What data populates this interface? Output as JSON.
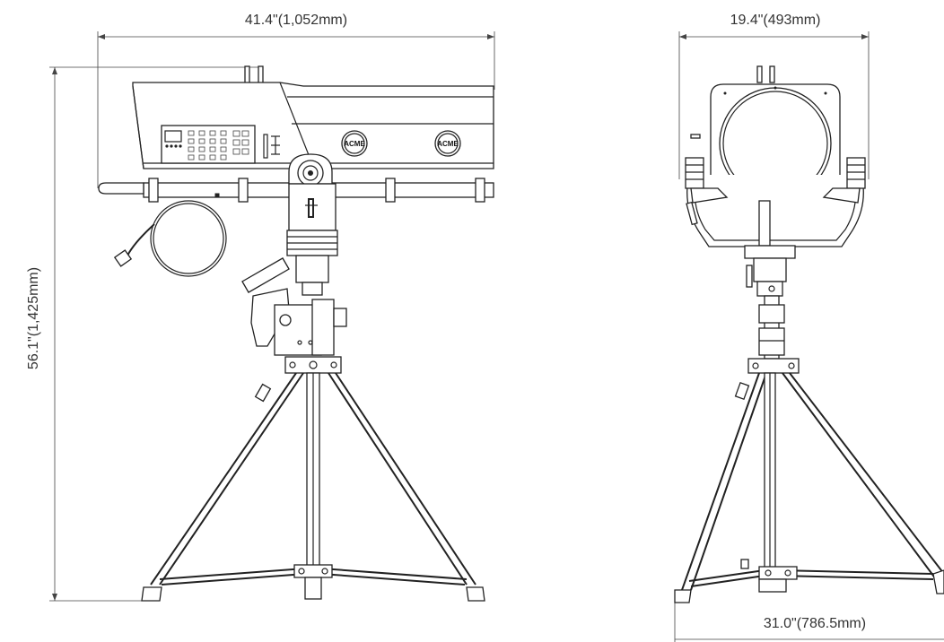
{
  "dimensions": {
    "side_width": "41.4\"(1,052mm)",
    "front_width": "19.4\"(493mm)",
    "height": "56.1\"(1,425mm)",
    "footprint": "31.0\"(786.5mm)"
  },
  "brand": {
    "logo_left": "ACME",
    "logo_right": "ACME"
  },
  "colors": {
    "line": "#222222",
    "text": "#333333",
    "background": "#ffffff"
  }
}
